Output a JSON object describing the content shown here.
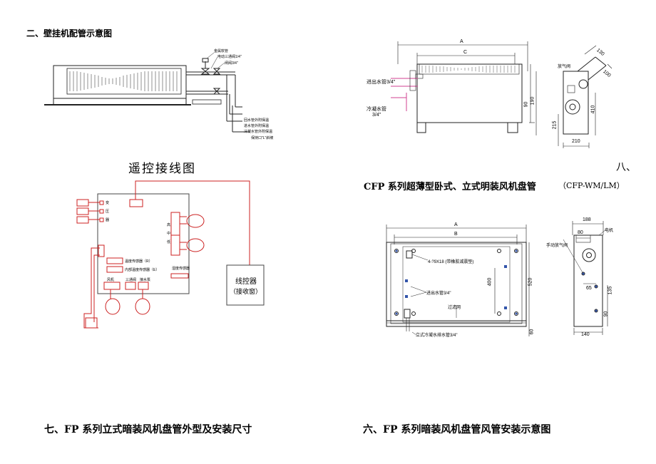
{
  "headings": {
    "wall_mount": "二、壁挂机配管示意图",
    "remote_wiring": "遥控接线图",
    "section_eight_num": "八、",
    "cfp_title": "CFP 系列超薄型卧式、立式明装风机盘管",
    "cfp_code": "（CFP-WM/LM）",
    "fp_vertical": "七、FP 系列立式暗装风机盘管外型及安装尺寸",
    "fp_duct": "六、FP 系列暗装风机盘管风管安装示意图"
  },
  "wall_mount_diagram": {
    "labels": [
      "金属软管",
      "电动三通阀1/4\"",
      "闸阀3/4\"",
      "回水管外附保温",
      "进水管外附保温",
      "冷凝水管外附保温",
      "保持口\"L\"斜坡"
    ]
  },
  "wiring_diagram": {
    "left_terminals": [
      "变",
      "压",
      "器"
    ],
    "board_labels": [
      "风机",
      "三通阀",
      "接水泵",
      "温度传感器（R）",
      "内部温度传感器（E）",
      "湿度传感器"
    ],
    "speed_labels": [
      "高",
      "中",
      "低"
    ],
    "controller_line1": "线控器",
    "controller_line2": "（接收窗）"
  },
  "cfp_diagram": {
    "dim_A": "A",
    "dim_C": "C",
    "inlet_outlet": "进出水管3/4\"",
    "condensate": "冷凝水管",
    "condensate_size": "3/4\"",
    "vent_valve": "放气阀",
    "dim_90": "90",
    "dim_190": "190",
    "dim_130": "130",
    "dim_100": "100",
    "dim_215": "215",
    "dim_410": "410",
    "dim_210": "210"
  },
  "fp_diagram": {
    "dim_A": "A",
    "dim_B": "B",
    "hole_label": "4-?9X18 (带橡胶减震垫)",
    "inlet_outlet": "进出水管3/4\"",
    "filter": "过滤网",
    "drain": "立式冷凝水排水管3/4\"",
    "manual_vent": "手动放气阀",
    "electric_box": "电机",
    "dim_400": "400",
    "dim_520": "520",
    "dim_60": "60",
    "dim_188": "188",
    "dim_80": "80",
    "dim_65": "65",
    "dim_135": "135",
    "dim_90": "90",
    "dim_140": "140"
  },
  "colors": {
    "red_wire": "#cc2222",
    "pink_pipe": "#d04090",
    "line": "#222222"
  }
}
